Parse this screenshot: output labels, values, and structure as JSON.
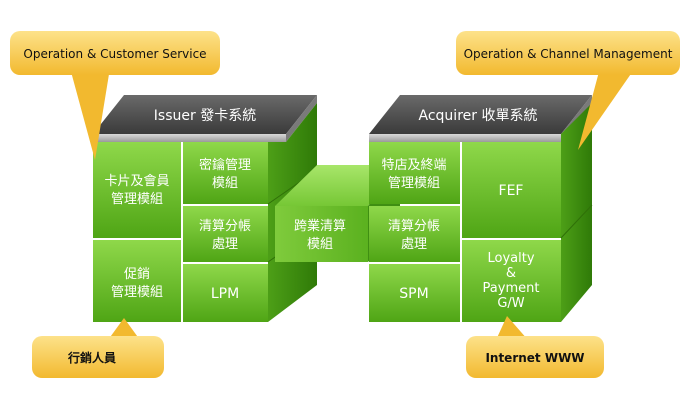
{
  "callouts": {
    "top_left": "Operation & Customer Service",
    "top_right": "Operation & Channel Management",
    "bottom_left": "行銷人員",
    "bottom_right": "Internet WWW"
  },
  "issuer": {
    "header": "Issuer 發卡系統",
    "card_mgmt": [
      "卡片及會員",
      "管理模組"
    ],
    "promo": [
      "促銷",
      "管理模組"
    ],
    "key_mgmt": [
      "密鑰管理",
      "模組"
    ],
    "clearing": [
      "清算分帳",
      "處理"
    ],
    "lpm": "LPM"
  },
  "bridge": [
    "跨業清算",
    "模組"
  ],
  "acquirer": {
    "header": "Acquirer 收單系統",
    "merchant": [
      "特店及終端",
      "管理模組"
    ],
    "clearing": [
      "清算分帳",
      "處理"
    ],
    "spm": "SPM",
    "fef": "FEF",
    "loyalty": [
      "Loyalty",
      "&",
      "Payment",
      "G/W"
    ]
  },
  "colors": {
    "green_front": "#5cb51d",
    "green_light": "#8fd84a",
    "green_side": "#3e8c10",
    "header_dark": "#4a4a4a",
    "callout_fill": "#f7c94b"
  }
}
